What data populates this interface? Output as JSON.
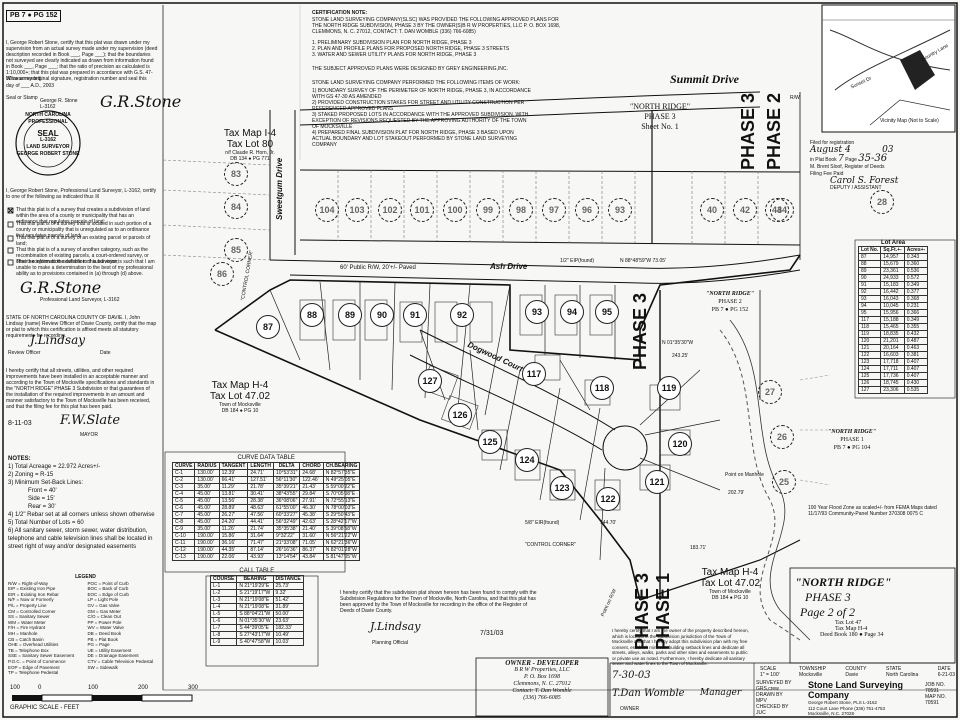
{
  "header": {
    "pb_ref": "PB 7 ● PG 152",
    "certification_title": "CERTIFICATION NOTE:",
    "certification_intro": "STONE LAND SURVEYING COMPANY(SLSC) WAS PROVIDED THE FOLLOWING APPROVED PLANS FOR THE NORTH RIDGE SUBDIVISION, PHASE 3 BY THE OWNER(S)B R W PROPERTIES, LLC P. O. BOX 1698, CLEMMONS, N. C. 27012, CONTACT: T. DAN WOMBLE (336) 766-6085)",
    "cert_items": [
      "1.  PRELIMINARY SUBDIVISION PLAN FOR NORTH RIDGE, PHASE 3",
      "2.  PLAN AND PROFILE PLANS FOR PROPOSED NORTH RIDGE, PHASE 3 STREETS",
      "3.  WATER AND SEWER UTILITY PLANS FOR NORTH RIDGE, PHASE 3"
    ],
    "designed_by": "THE SUBJECT APPROVED PLANS WERE DESIGNED BY GREY ENGINEERING,INC.",
    "performed_title": "STONE LAND SURVEYING COMPANY PERFORMED THE FOLLOWING ITEMS OF WORK:",
    "work_items": [
      "1) BOUNDARY SURVEY OF THE PERIMETER OF NORTH RIDGE, PHASE 3, IN ACCORDANCE WITH GS 47-30 AS AMENDED",
      "2) PROVIDED CONSTRUCTION STAKES FOR STREET AND UTILITY CONSTRUCTION PER REFERENCED APPROVED PLANS",
      "3) STAKED PROPOSED LOTS IN ACCORDANCE WITH THE APPROVED SUBDIVISION, WITH EXCEPTION OF REVISIONS REQUESTED BY THE APPROVING AUTHORITY OF THE TOWN OF MOCKSVILLE",
      "4) PREPARED FINAL SUBDIVISION PLAT FOR NORTH RIDGE, PHASE 3 BASED UPON ACTUAL BOUNDARY AND LOT STAKEOUT PERFORMED BY STONE LAND SURVEYING COMPANY"
    ]
  },
  "surveyor": {
    "cert_text": "I, George Robert Stone, certify that this plat was drawn under my supervision from an actual survey made under my supervision (deed description recorded in Book ___, Page ___); that the boundaries not surveyed are clearly indicated as drawn from information found in Book ___, Page ___; that the ratio of precision as calculated is 1:10,000+; that this plat was prepared in accordance with G.S. 47-30 as amended.",
    "witness": "Witness my original signature, registration number and seal this",
    "date_line": "day of ___ A.D., 2003",
    "seal_line": "Seal or Stamp",
    "name_line": "George R. Stone",
    "license": "L-3162",
    "seal_text": [
      "NORTH CAROLINA",
      "PROFESSIONAL",
      "SEAL",
      "L-3162",
      "LAND SURVEYOR",
      "GEORGE ROBERT STONE"
    ],
    "license_statement": "I, George Robert Stone, Professional Land Surveyor, L-3162, certify to one of the following as indicated thus ☒",
    "checklist": [
      "That this plat is of a survey that creates a subdivision of land within the area of a county or municipality that has an ordinance that regulates parcels of land;",
      "That this plat is of a survey that is located in such portion of a county or municipality that is unregulated as to an ordinance that regulates parcels of land;",
      "That this plat is of a survey of an existing parcel or parcels of land;",
      "That this plat is of a survey of another category, such as the recombination of existing parcels, a court-ordered survey, or other exception to the definition of subdivision;",
      "That the information available to this surveyor is such that I am unable to make a determination to the best of my professional ability as to provisions contained in (a) through (d) above."
    ],
    "signature_caption": "Professional Land Surveyor, L-3162"
  },
  "review": {
    "officer_text": "STATE OF NORTH CAROLINA COUNTY OF DAVIE. I, John Lindsay (name) Review Officer of Davie County, certify that the map or plat to which this certification is affixed meets all statutory requirements for recording.",
    "officer_caption": "Review Officer",
    "officer_date_caption": "Date",
    "town_cert": "I hereby certify that all streets, utilities, and other required improvements have been installed in an acceptable manner and according to the Town of Mocksville specifications and standards in the \"NORTH RIDGE\" PHASE 3 Subdivision or that guarantees of the installation of the required improvements in an amount and manner satisfactory to the Town of Mocksville has been received, and that the filing fee for this plat has been paid.",
    "town_caption": "MAYOR",
    "town_date": "8-11-03"
  },
  "tax_blocks": {
    "top_left": {
      "line1": "Tax Map I-4",
      "line2": "Tax Lot 80",
      "line3": "n/f  Claude R. Horn, Jr.",
      "line4": "DB 134 ● PG 771"
    },
    "mid_left": {
      "line1": "Tax Map H-4",
      "line2": "Tax Lot 47.02",
      "line3": "Town of Mocksville",
      "line4": "DB 184 ● PG 10"
    },
    "bottom_right": {
      "line1": "Tax Map H-4",
      "line2": "Tax Lot 47.02",
      "line3": "Town of Mocksville",
      "line4": "DB 184 ● PG 10"
    }
  },
  "title_sheet_no": {
    "l1": "\"NORTH RIDGE\"",
    "l2": "PHASE 3",
    "l3": "Sheet No. 1"
  },
  "streets": {
    "summit": "Summit Drive",
    "ash": "Ash Drive",
    "sweetgum": "Sweetgum Drive",
    "ash_row": "60' Public R/W, 20'+/- Paved",
    "dogwood": "Dogwood Court",
    "rw": "R/W"
  },
  "phase_labels": {
    "p3": "PHASE 3",
    "p2": "PHASE 2",
    "p1": "PHASE 1"
  },
  "neighbors": {
    "nr_phase2": {
      "l1": "\"NORTH RIDGE\"",
      "l2": "PHASE 2",
      "l3": "PB 7 ● PG 152"
    },
    "nr_phase1": {
      "l1": "\"NORTH RIDGE\"",
      "l2": "PHASE 1",
      "l3": "PB 7 ● PG 104"
    }
  },
  "vicinity": {
    "caption": "Vicinity Map",
    "not_to_scale": "(Not to Scale)",
    "roads": [
      "Country Lane",
      "Sunset Dr"
    ]
  },
  "recording": {
    "received": "Filed for registration",
    "date": "August 4",
    "year": "03",
    "book_label": "in Plat Book",
    "book": "7",
    "page_label": "Page",
    "page": "35-36",
    "register": "M. Brent Sloof, Register of Deeds",
    "filing_fee": "Filing Fee Paid",
    "signature": "Carol S. Forest",
    "deputy": "DEPUTY / ASSISTANT"
  },
  "lot_area": {
    "title": "Lot Area",
    "headers": [
      "Lot No.",
      "Sq.Ft.+-",
      "Acres+-"
    ],
    "rows": [
      [
        "87",
        "14,957",
        "0.343"
      ],
      [
        "88",
        "15,679",
        "0.360"
      ],
      [
        "89",
        "23,361",
        "0.536"
      ],
      [
        "90",
        "24,933",
        "0.572"
      ],
      [
        "91",
        "15,183",
        "0.349"
      ],
      [
        "92",
        "16,442",
        "0.377"
      ],
      [
        "93",
        "16,043",
        "0.368"
      ],
      [
        "94",
        "10,045",
        "0.231"
      ],
      [
        "95",
        "15,956",
        "0.366"
      ],
      [
        "117",
        "15,188",
        "0.349"
      ],
      [
        "118",
        "15,465",
        "0.355"
      ],
      [
        "119",
        "18,835",
        "0.432"
      ],
      [
        "120",
        "21,201",
        "0.487"
      ],
      [
        "121",
        "20,164",
        "0.463"
      ],
      [
        "122",
        "16,603",
        "0.381"
      ],
      [
        "123",
        "17,718",
        "0.407"
      ],
      [
        "124",
        "17,711",
        "0.407"
      ],
      [
        "125",
        "17,736",
        "0.407"
      ],
      [
        "126",
        "18,745",
        "0.430"
      ],
      [
        "127",
        "23,306",
        "0.535"
      ]
    ]
  },
  "flood": {
    "text": "100 Year Flood Zone as scaled+/- from FEMA Maps dated 11/17/93 Community-Panel Number 370308 0075 C"
  },
  "notes": {
    "title": "NOTES:",
    "items": [
      "1) Total Acreage = 22.972 Acres+/-",
      "2) Zoning = R-15",
      "3) Minimum Set-Back Lines:",
      "     Front = 40'",
      "     Side = 15'",
      "     Rear = 30'",
      "4) 1/2\" Rebar set at all corners unless shown otherwise",
      "5) Total Number of Lots = 60",
      "6) All sanitary sewer, storm sewer, water distribution, telephone and cable television lines shall be located in street right of way and/or designated easements"
    ]
  },
  "curve_table": {
    "title": "CURVE DATA TABLE",
    "headers": [
      "CURVE",
      "RADIUS",
      "TANGENT",
      "LENGTH",
      "DELTA",
      "CHORD",
      "CH.BEARING"
    ],
    "rows": [
      [
        "C-1",
        "130.00'",
        "12.39'",
        "24.71'",
        "10°53'31\"",
        "24.68'",
        "N 82°57'35\"E"
      ],
      [
        "C-2",
        "130.00'",
        "66.41'",
        "127.51'",
        "56°11'30\"",
        "122.46'",
        "N 49°25'05\"E"
      ],
      [
        "C-3",
        "35.00'",
        "11.29'",
        "21.78'",
        "35°39'21\"",
        "21.43'",
        "S 59°00'22\"E"
      ],
      [
        "C-4",
        "45.00'",
        "13.81'",
        "30.41'",
        "38°43'55\"",
        "29.84'",
        "S 70°05'08\"E"
      ],
      [
        "C-5",
        "45.00'",
        "13.56'",
        "28.38'",
        "36°08'06\"",
        "27.91'",
        "N 72°55'13\"E"
      ],
      [
        "C-6",
        "45.00'",
        "28.89'",
        "48.63'",
        "61°55'00\"",
        "46.30'",
        "N 78°00'03\"E"
      ],
      [
        "C-7",
        "45.00'",
        "26.27'",
        "47.56'",
        "60°33'27\"",
        "45.38'",
        "S 29°50'43\"E"
      ],
      [
        "C-8",
        "45.00'",
        "24.20'",
        "44.41'",
        "56°32'49\"",
        "42.63'",
        "S 28°42'17\"W"
      ],
      [
        "C-9",
        "35.00'",
        "11.26'",
        "21.74'",
        "35°35'38\"",
        "21.40'",
        "S 39°08'58\"W"
      ],
      [
        "C-10",
        "190.00'",
        "15.86'",
        "31.64'",
        "9°32'22\"",
        "31.60'",
        "N 56°21'22\"W"
      ],
      [
        "C-11",
        "190.00'",
        "36.16'",
        "71.47'",
        "21°33'08\"",
        "71.05'",
        "N 62°21'36\"W"
      ],
      [
        "C-12",
        "190.00'",
        "44.35'",
        "87.14'",
        "26°16'36\"",
        "86.37'",
        "N 82°01'28\"W"
      ],
      [
        "C-13",
        "190.00'",
        "22.06'",
        "43.93'",
        "13°14'54\"",
        "43.84'",
        "S 81°47'05\"W"
      ]
    ]
  },
  "call_table": {
    "title": "CALL TABLE",
    "headers": [
      "COURSE",
      "BEARING",
      "DISTANCE"
    ],
    "rows": [
      [
        "L-1",
        "N 21°19'29\"E",
        "25.73'"
      ],
      [
        "L-2",
        "S 21°19'17\"W",
        "9.32'"
      ],
      [
        "L-3",
        "N 21°19'08\"E",
        "51.42'"
      ],
      [
        "L-4",
        "N 21°19'08\"E",
        "31.89'"
      ],
      [
        "L-5",
        "S 88°04'21\"W",
        "50.00'"
      ],
      [
        "L-6",
        "N 01°35'30\"W",
        "23.63'"
      ],
      [
        "L-7",
        "S 44°39'05\"E",
        "182.33'"
      ],
      [
        "L-8",
        "S 27°43'17\"W",
        "10.49'"
      ],
      [
        "L-9",
        "S 40°47'58\"W",
        "10.03'"
      ]
    ]
  },
  "legend": {
    "left": [
      "R/W = Right-of-Way",
      "EIP = Existing Iron Pipe",
      "EIR = Existing Iron Rebar",
      "N/F = Now or Formerly",
      "P/L = Property Line",
      "CM = Controlled Corner",
      "SS = Sanitary Sewer",
      "WM = Water Meter",
      "F/H = Fire Hydrant",
      "MH = Manhole",
      "CB = Catch Basin",
      "OHE = Overhead Utilities",
      "TB = Telephone Box",
      "SSE = Sanitary Sewer Easement",
      "P.O.C. = Point of Commence",
      "EOP = Edge of Pavement",
      "TP = Telephone Pedestal"
    ],
    "right": [
      "POC = Point of Curb",
      "BOC = Back of Curb",
      "EOC = Edge of Curb",
      "LP = Light Pole",
      "GV = Gas Valve",
      "GM = Gas Meter",
      "C/O = Clean Out",
      "PP = Power Pole",
      "WV = Water Valve",
      "DB = Deed Book",
      "PB = Plat Book",
      "PG = Page",
      "UE = Utility Easement",
      "DE = Drainage Easement",
      "CTV = Cable Television Pedestal",
      "SW = Sidewalk"
    ]
  },
  "planning_cert": "I hereby certify that the subdivision plat shown hereon has been found to comply with the Subdivision Regulations for the Town of Mocksville, North Carolina, and that this plat has been approved by the Town of Mocksville for recording in the office of the Register of Deeds of Davie County.",
  "planning_sig": {
    "caption": "Planning Official",
    "date": "7/31/03"
  },
  "owner": {
    "title": "OWNER - DEVELOPER",
    "l1": "B R W Properties, LLC",
    "l2": "P. O. Box 1698",
    "l3": "Clemmons, N. C. 27012",
    "l4": "Contact: T. Dan Womble",
    "l5": "(336) 766-6085"
  },
  "owner_cert": "I hereby certify that I am the owner of the property described hereon, which is located in the subdivision jurisdiction of the Town of Mocksville and that I hereby adopt this subdivision plan with my free consent, establish minimum building setback lines and dedicate all streets, alleys, walks, parks and other sites and easements to public or private use as noted. Furthermore, I hereby dedicate all sanitary sewer and water lines to the Town of Mocksville.",
  "owner_sig": {
    "date": "7-30-03",
    "caption": "OWNER",
    "title": "Manager"
  },
  "title_block": {
    "t1": "\"NORTH RIDGE\"",
    "t2": "PHASE 3",
    "t3": "Page 2 of 2",
    "t4": "Tax Lot 47",
    "t5": "Tax Map H-4",
    "t6": "Deed Book 180 ● Page 34",
    "scale_l": "SCALE",
    "scale_v": "1\" = 100'",
    "town_l": "TOWNSHIP",
    "town_v": "Mocksville",
    "county_l": "COUNTY",
    "county_v": "Davie",
    "state_l": "STATE",
    "state_v": "North Carolina",
    "date_l": "DATE",
    "date_v": "6-21-03",
    "surveyed": "SURVEYED BY",
    "crew": "GRS,crew",
    "drawn": "DRAWN BY",
    "drawn_v": "MPV",
    "checked": "CHECKED BY",
    "checked_v": "JUC",
    "company": "Stone Land Surveying Company",
    "company_sub": "George Robert Stone, PLS L-3162",
    "company_addr": "112 Court Lane Phone (336) 751-4753",
    "company_city": "Mocksville, N.C. 27028",
    "job_l": "JOB NO.",
    "job_v": "70591",
    "map_l": "MAP NO.",
    "map_v": "70591"
  },
  "misc": {
    "point_manhole": "Point on Manhole",
    "point_rw": "Point on R/W",
    "control_corner": "\"CONTROL CORNER\"",
    "control_corner2": "\"CONTROL CORNER\"",
    "eir_found": "5/8\" EIR(found)",
    "eip_found": "1/2\" EIP(found)",
    "n_bearing_top": "N 88°48'59\"W 73.05'",
    "n_bearing_ash": "N 01°35'30\"W",
    "d_243": "243.25'",
    "d_144": "144.70'",
    "d_202": "202.79'",
    "d_183": "183.71'"
  },
  "graphic_scale": {
    "labels": [
      "100",
      "0",
      "100",
      "200",
      "300"
    ],
    "caption": "GRAPHIC SCALE - FEET"
  }
}
